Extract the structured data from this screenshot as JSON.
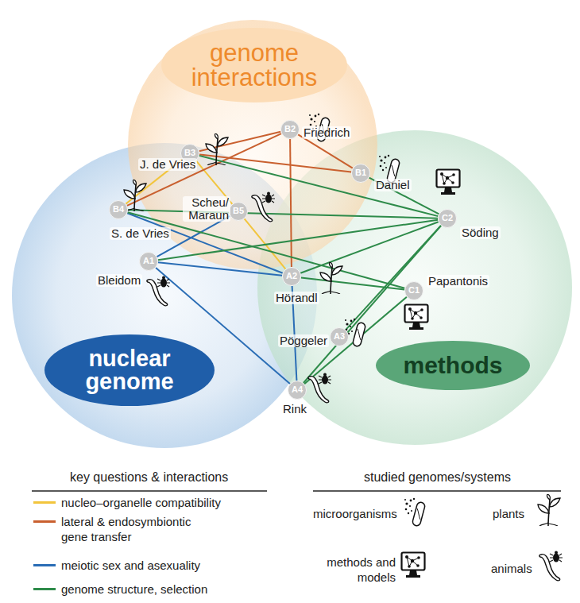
{
  "diagram": {
    "nodes": [
      {
        "text": [
          "genome interactions"
        ]
      },
      {
        "text": [
          "nuclear genome"
        ]
      },
      {
        "text": [
          "methods"
        ]
      },
      {
        "text": [
          "B2",
          "Friedrich"
        ]
      },
      {
        "text": [
          "B3",
          "J. de Vries"
        ]
      },
      {
        "text": [
          "B1",
          "Daniel"
        ]
      },
      {
        "text": [
          "B4",
          "S. de Vries"
        ]
      },
      {
        "text": [
          "B5",
          "Scheu/ Maraun"
        ]
      },
      {
        "text": [
          "C2",
          "Söding"
        ]
      },
      {
        "text": [
          "A1",
          "Bleidom"
        ]
      },
      {
        "text": [
          "A2",
          "Hörandl"
        ]
      },
      {
        "text": [
          "C1",
          "Papantonis"
        ]
      },
      {
        "text": [
          "A3",
          "Pöggeler"
        ]
      },
      {
        "text": [
          "A4",
          "Rink"
        ]
      }
    ],
    "edges": [
      {
        "from": 4,
        "to": 6,
        "arrow": "none"
      },
      {
        "from": 4,
        "to": 7,
        "arrow": "none"
      },
      {
        "from": 7,
        "to": 10,
        "arrow": "none"
      },
      {
        "from": 4,
        "to": 3,
        "arrow": "none"
      },
      {
        "from": 4,
        "to": 5,
        "arrow": "none"
      },
      {
        "from": 3,
        "to": 5,
        "arrow": "none"
      },
      {
        "from": 3,
        "to": 6,
        "arrow": "none"
      },
      {
        "from": 3,
        "to": 10,
        "arrow": "none"
      },
      {
        "from": 6,
        "to": 10,
        "arrow": "none"
      },
      {
        "from": 7,
        "to": 9,
        "arrow": "none"
      },
      {
        "from": 9,
        "to": 10,
        "arrow": "none"
      },
      {
        "from": 9,
        "to": 13,
        "arrow": "none"
      },
      {
        "from": 10,
        "to": 13,
        "arrow": "none"
      },
      {
        "from": 4,
        "to": 8,
        "arrow": "none"
      },
      {
        "from": 5,
        "to": 8,
        "arrow": "none"
      },
      {
        "from": 6,
        "to": 8,
        "arrow": "none"
      },
      {
        "from": 6,
        "to": 11,
        "arrow": "none"
      },
      {
        "from": 9,
        "to": 8,
        "arrow": "none"
      },
      {
        "from": 10,
        "to": 8,
        "arrow": "none"
      },
      {
        "from": 10,
        "to": 11,
        "arrow": "none"
      },
      {
        "from": 12,
        "to": 8,
        "arrow": "none"
      },
      {
        "from": 13,
        "to": 8,
        "arrow": "none"
      },
      {
        "from": 13,
        "to": 11,
        "arrow": "none"
      }
    ],
    "labels": [
      "key questions & interactions",
      "studied genomes/systems"
    ],
    "legend": [
      {
        "text": "nucleo–organelle compatibility",
        "color": "#f2c53d"
      },
      {
        "text": "lateral & endosymbiontic gene transfer",
        "color": "#c9602f"
      },
      {
        "text": "meiotic sex and asexuality",
        "color": "#2a6db5"
      },
      {
        "text": "genome structure, selection",
        "color": "#2e8b4a"
      },
      {
        "text": "microorganisms"
      },
      {
        "text": "plants"
      },
      {
        "text": "methods and models"
      },
      {
        "text": "animals"
      }
    ]
  }
}
